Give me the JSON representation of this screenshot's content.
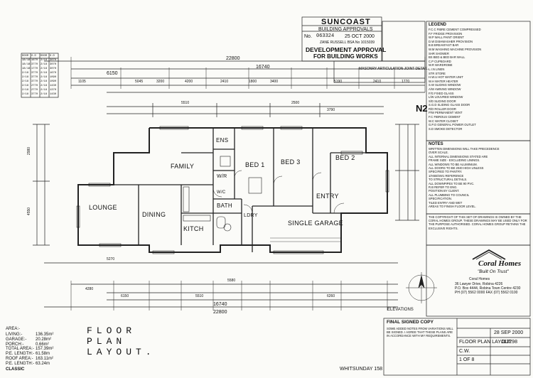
{
  "stamp": {
    "authority": "SUNCOAST",
    "subtitle": "BUILDING APPROVALS",
    "number_label": "No.",
    "number": "063324",
    "date": "25 OCT 2000",
    "certifier": "ZANE RUSSELL  BSA No 1015039",
    "title_line1": "DEVELOPMENT APPROVAL",
    "title_line2": "FOR BUILDING WORKS"
  },
  "legend": {
    "heading": "LEGEND",
    "items": [
      "F.C.C   FIBRE CEMENT COMPRESSED",
      "F.F    FRIDGE PROVISION",
      "W.P   WALL PAINT ORIENT",
      "D.W   DISHWASHER PROVISION",
      "B.B   BREAKFAST BAR",
      "W.M   WASHING MACHINE PROVISION",
      "SHR   SHOWER",
      "BS    BED & BED BAR WALL",
      "C.P   CUPBOARD",
      "W.R   WARDROBE",
      "L.I.N  LINEN",
      "STR   STORE",
      "H.W.U  HOT WATER UNIT",
      "W.H   WATER HEATER",
      "S.W   SLIDING WINDOW",
      "A/W   AWNING WINDOW",
      "F/G   FIXED GLASS",
      "L/W   LOUVRED WINDOW",
      "S/D   SLIDING DOOR",
      "S.G.D  SLIDING GLASS DOOR",
      "R/D   ROLLER DOOR",
      "P/W   PERMANENT VENT",
      "F.C   FIBROUS CEMENT",
      "W.C   WATER CLOSET",
      "G.P.O  GENERAL POWER OUTLET",
      "S.D   SMOKE DETECTOR"
    ]
  },
  "north_label": "N2",
  "notes": {
    "heading": "NOTES",
    "items": [
      "WRITTEN DIMENSIONS WILL TAKE PRECEDENCE",
      "OVER SCALE.",
      "ALL INTERNAL DIMENSIONS STATED ARE",
      "FRAME SIZE - EXCLUDING LININGS.",
      "ALL WINDOWS TO BE ALUMINIUM.",
      "ALL DOORS TO BE 2040 HIGH UNLESS",
      "SPECIFIED TO PANTRY.",
      "1/HSB/SW1 REFERENCE",
      "TO STRUCTURAL DETAILS.",
      "ALL DOWNPIPES TO BE 90 PVC.",
      "R.B REFER TO ENG.",
      "POSITION BY CLIENT.",
      "ALL PLUMBING TO COUNCIL",
      "SPECIFICATION.",
      "TILED ENTRY AND WET",
      "AREAS TO FINISH FLOOR LEVEL."
    ]
  },
  "copyright_note": "THE COPYRIGHT OF THIS SET OF DRAWINGS IS OWNED BY THE CORAL HOMES GROUP. THESE DRAWINGS MAY BE USED ONLY FOR THE PURPOSE AUTHORISED. CORAL HOMES GROUP RETAINS THE EXCLUSIVE RIGHTS.",
  "company": {
    "name": "Coral Homes",
    "tagline": "\"Built On Trust\"",
    "line1": "Coral Homes",
    "line2": "36 Lawyer Drive, Robina 4226",
    "line3": "P.O. Box 4444, Robina Town Centre 4230",
    "line4": "PH (07) 5562 0000  FAX (07) 5562 0100"
  },
  "elevations_label": "ELEVATIONS",
  "whitsunday": "WHITSUNDAY 158",
  "title_big": [
    "FLOOR",
    "PLAN",
    "LAYOUT."
  ],
  "area": {
    "heading": "AREA:-",
    "rows": [
      {
        "k": "LIVING:-",
        "v": "136.35m²"
      },
      {
        "k": "GARAGE:-",
        "v": "20.28m²"
      },
      {
        "k": "PORCH:-",
        "v": "0.66m²"
      },
      {
        "k": "TOTAL AREA:-",
        "v": "157.39m²"
      },
      {
        "k": "P.E. LENGTH:-",
        "v": "61.58m"
      },
      {
        "k": "ROOF AREA:-",
        "v": "163.11m²"
      },
      {
        "k": "P.E. LENGTH:-",
        "v": "63.24m"
      }
    ],
    "footer": "CLASSIC"
  },
  "final_copy": {
    "heading": "FINAL SIGNED COPY",
    "text": "SOME ADDED NOTES FROM VARIATIONS WILL BE SIGNED. I AGREE THAT THESE PLANS ARE IN ACCORDANCE WITH MY REQUIREMENTS."
  },
  "title_block": {
    "drawing": "FLOOR PLAN LAYOUT",
    "job_no": "J13298",
    "date": "28 SEP 2000",
    "drawn": "C.W.",
    "sheet": "1 OF 8"
  },
  "rooms": {
    "lounge": "LOUNGE",
    "dining": "DINING",
    "kitch": "KITCH",
    "bath": "BATH",
    "family": "FAMILY",
    "ens": "ENS",
    "wir": "W/R",
    "bed1": "BED 1",
    "bed3": "BED 3",
    "bed2": "BED 2",
    "entry": "ENTRY",
    "single_garage": "SINGLE GARAGE",
    "ldry": "LDRY",
    "wc": "W/C"
  },
  "dims": {
    "overall_top": "22800",
    "sub_top": "16740",
    "d6150": "6150",
    "d4200": "4200",
    "d5045": "5045",
    "d3200": "3200",
    "d2410": "2410",
    "d1800": "1800",
    "d3400": "3400",
    "d5190": "5190",
    "d2410b": "2410",
    "d1105": "1105",
    "d5510": "5510",
    "d2500": "2500",
    "d3790": "3790",
    "d2980": "2980",
    "d4550": "4550",
    "d5270": "5270",
    "d5580": "5580",
    "d4280": "4280",
    "d1770": "1770",
    "bottom_overall": "22800",
    "d16740b": "16740",
    "d6260": "6260",
    "d6150b": "6150",
    "d5510b": "5510"
  },
  "window_schedule": {
    "header": [
      "DOOR",
      "O.D",
      "DOOR",
      "O.D"
    ],
    "rows": [
      [
        "18/18",
        "1670",
        "2/18",
        "3070"
      ],
      [
        "18/18",
        "3770",
        "2/18",
        "3070"
      ],
      [
        "18/18",
        "1770",
        "2/18",
        "3070"
      ],
      [
        "2/18",
        "3770",
        "2/18",
        "1670"
      ],
      [
        "2/18",
        "3770",
        "2/18",
        "1090"
      ],
      [
        "2/18",
        "3770",
        "2/18",
        "1090"
      ],
      [
        "2/18",
        "2770",
        "2/18",
        "1430"
      ],
      [
        "2/18",
        "2770",
        "2/18",
        "1370"
      ],
      [
        "2/18",
        "3770",
        "2/18",
        "1430"
      ]
    ]
  },
  "masonry": "MASONRY ARTICULATION JOINT DETAIL."
}
